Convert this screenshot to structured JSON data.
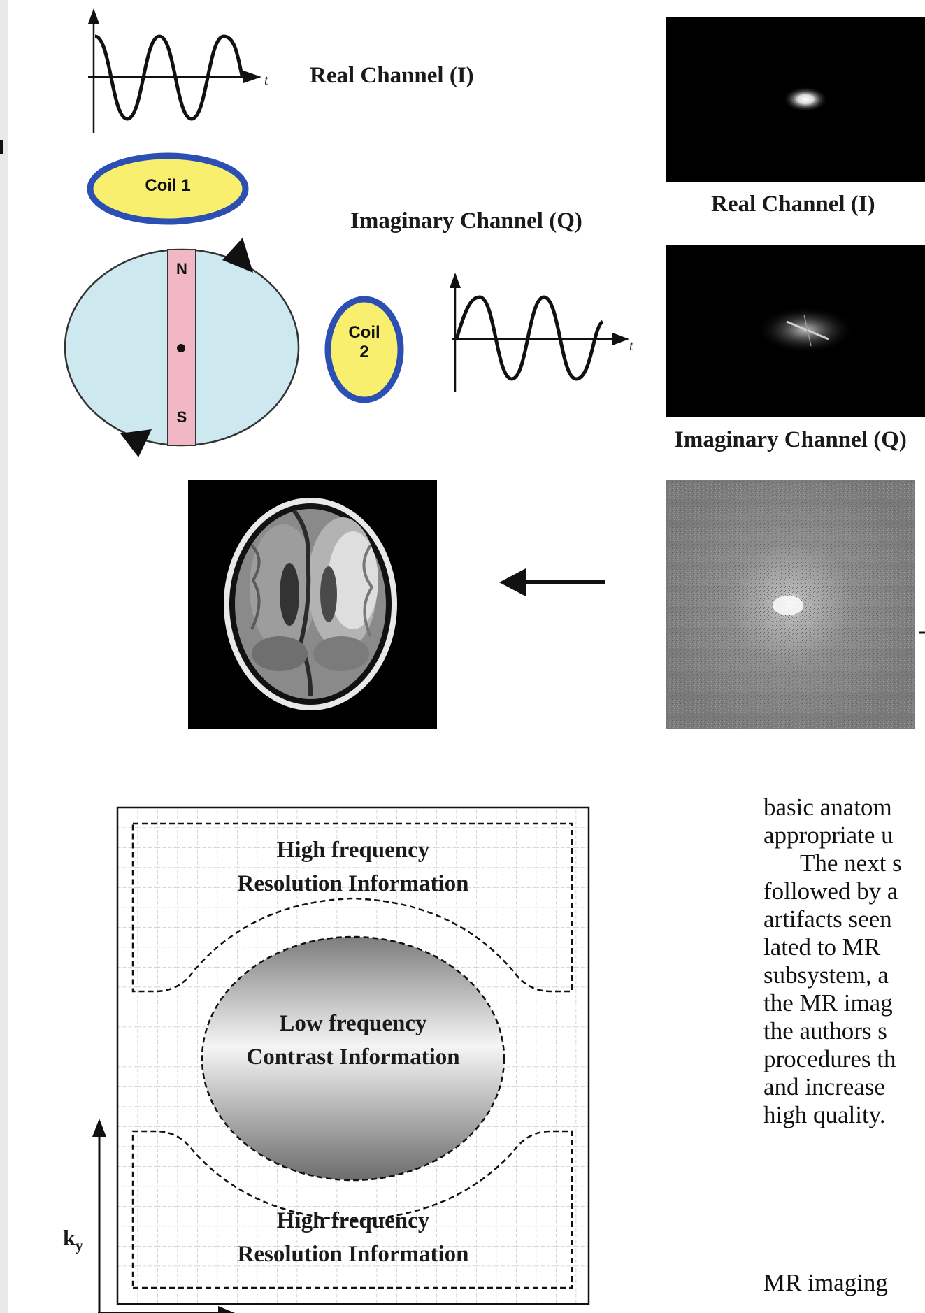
{
  "figure1": {
    "real_channel_label": "Real Channel (I)",
    "imaginary_channel_label": "Imaginary Channel (Q)",
    "coil1_label": "Coil 1",
    "coil2_line1": "Coil",
    "coil2_line2": "2",
    "magnet_north": "N",
    "magnet_south": "S",
    "time_axis_label": "t",
    "real_image_caption": "Real Channel (I)",
    "imaginary_image_caption": "Imaginary Channel (Q)"
  },
  "figure2": {
    "top_line1": "High frequency",
    "top_line2": "Resolution Information",
    "center_line1": "Low frequency",
    "center_line2": "Contrast Information",
    "bottom_line1": "High frequency",
    "bottom_line2": "Resolution Information",
    "ky_main": "k",
    "ky_sub": "y"
  },
  "body_text": {
    "lines": [
      "basic anatom",
      "appropriate u",
      "The next s",
      "followed by a",
      "artifacts seen",
      "lated to MR",
      "subsystem, a",
      "the MR imag",
      "the authors s",
      "procedures th",
      "and increase",
      "high quality."
    ],
    "next_line": "MR imaging"
  },
  "colors": {
    "coil_fill": "#f7ef6d",
    "coil_border": "#2b4fb3",
    "head_fill": "#cde9ef",
    "magnet_fill": "#f2b7c4"
  }
}
